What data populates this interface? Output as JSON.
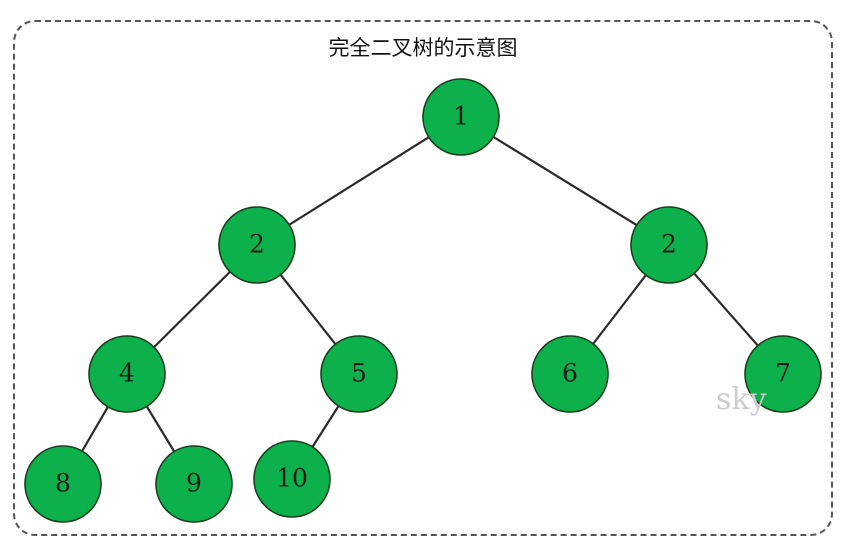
{
  "title": "完全二叉树的示意图",
  "watermark": "sky",
  "colors": {
    "node_fill": "#0db14b",
    "node_stroke": "#1a3d1f",
    "edge": "#2a2a2a",
    "frame": "#555555"
  },
  "nodes": [
    {
      "id": "n1",
      "label": "1"
    },
    {
      "id": "n2",
      "label": "2"
    },
    {
      "id": "n3",
      "label": "2"
    },
    {
      "id": "n4",
      "label": "4"
    },
    {
      "id": "n5",
      "label": "5"
    },
    {
      "id": "n6",
      "label": "6"
    },
    {
      "id": "n7",
      "label": "7"
    },
    {
      "id": "n8",
      "label": "8"
    },
    {
      "id": "n9",
      "label": "9"
    },
    {
      "id": "n10",
      "label": "10"
    }
  ],
  "edges": [
    {
      "from": "n1",
      "to": "n2"
    },
    {
      "from": "n1",
      "to": "n3"
    },
    {
      "from": "n2",
      "to": "n4"
    },
    {
      "from": "n2",
      "to": "n5"
    },
    {
      "from": "n3",
      "to": "n6"
    },
    {
      "from": "n3",
      "to": "n7"
    },
    {
      "from": "n4",
      "to": "n8"
    },
    {
      "from": "n4",
      "to": "n9"
    },
    {
      "from": "n5",
      "to": "n10"
    }
  ]
}
